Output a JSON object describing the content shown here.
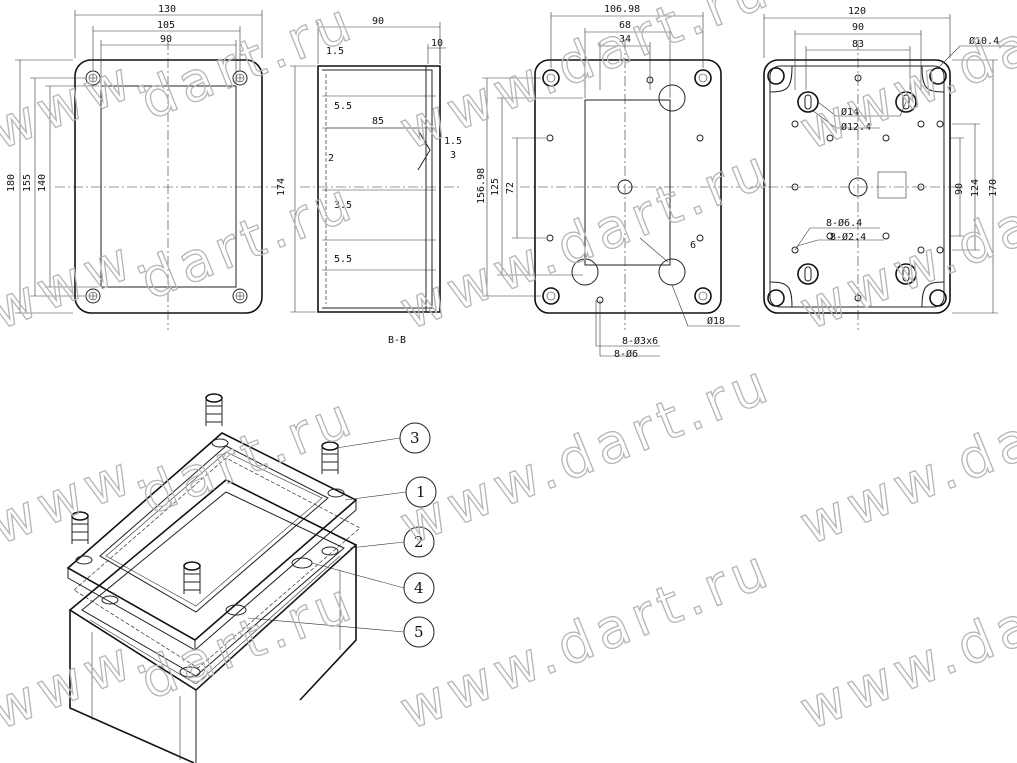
{
  "view_top": {
    "dims": [
      "130",
      "105",
      "90",
      "180",
      "155",
      "140"
    ]
  },
  "view_section": {
    "dims": [
      "90",
      "10",
      "1.5",
      "5.5",
      "85",
      "1.5",
      "3",
      "2",
      "174",
      "3.5",
      "5.5"
    ],
    "label": "B-B"
  },
  "view_inside": {
    "dims": [
      "106.98",
      "68",
      "34",
      "156.98",
      "125",
      "72",
      "6",
      "8-Ø3x6",
      "8-Ø6",
      "Ø18"
    ]
  },
  "view_bottom": {
    "dims": [
      "120",
      "90",
      "83",
      "Ø10.4",
      "Ø14",
      "Ø12.4",
      "90",
      "124",
      "170",
      "8-Ø6.4",
      "8-Ø2.4"
    ]
  },
  "callouts": [
    "3",
    "1",
    "2",
    "4",
    "5"
  ],
  "watermark": {
    "site": "www.dart.ru",
    "fragments": [
      "www.",
      "dart.ru",
      "www.da"
    ]
  }
}
